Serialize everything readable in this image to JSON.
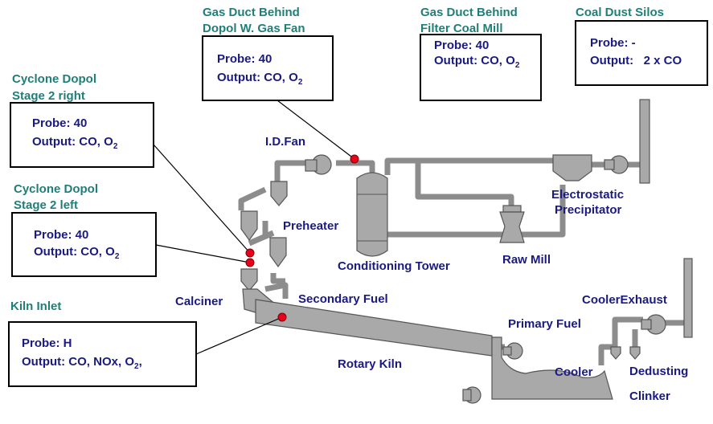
{
  "probes": [
    {
      "heading_line1": "Gas Duct Behind",
      "heading_line2": "Dopol W. Gas Fan",
      "probe": "Probe: 40",
      "output": "Output: CO, O",
      "output_sub": "2"
    },
    {
      "heading_line1": "Gas Duct Behind",
      "heading_line2": "Filter Coal Mill",
      "probe": "Probe: 40",
      "output": "Output: CO, O",
      "output_sub": "2"
    },
    {
      "heading_line1": "Coal Dust Silos",
      "heading_line2": "",
      "probe": "Probe: -",
      "output": "Output:   2 x CO",
      "output_sub": ""
    },
    {
      "heading_line1": "Cyclone Dopol",
      "heading_line2": "Stage 2 right",
      "probe": "Probe: 40",
      "output": "Output: CO, O",
      "output_sub": "2"
    },
    {
      "heading_line1": "Cyclone Dopol",
      "heading_line2": "Stage 2 left",
      "probe": "Probe: 40",
      "output": "Output: CO, O",
      "output_sub": "2"
    },
    {
      "heading_line1": "Kiln Inlet",
      "heading_line2": "",
      "probe": "Probe: H",
      "output": "Output: CO, NOx, O",
      "output_sub": "2",
      "output_tail": ","
    }
  ],
  "labels": {
    "id_fan": "I.D.Fan",
    "preheater": "Preheater",
    "conditioning_tower": "Conditioning Tower",
    "raw_mill": "Raw Mill",
    "electrostatic": "Electrostatic",
    "precipitator": "Precipitator",
    "calciner": "Calciner",
    "secondary_fuel": "Secondary Fuel",
    "primary_fuel": "Primary Fuel",
    "cooler_exhaust": "CoolerExhaust",
    "rotary_kiln": "Rotary Kiln",
    "cooler": "Cooler",
    "dedusting": "Dedusting",
    "clinker": "Clinker"
  },
  "colors": {
    "heading": "#1f7f78",
    "text": "#1a1a80",
    "equipment": "#a9a9a9",
    "probe_point": "#e8001c"
  }
}
